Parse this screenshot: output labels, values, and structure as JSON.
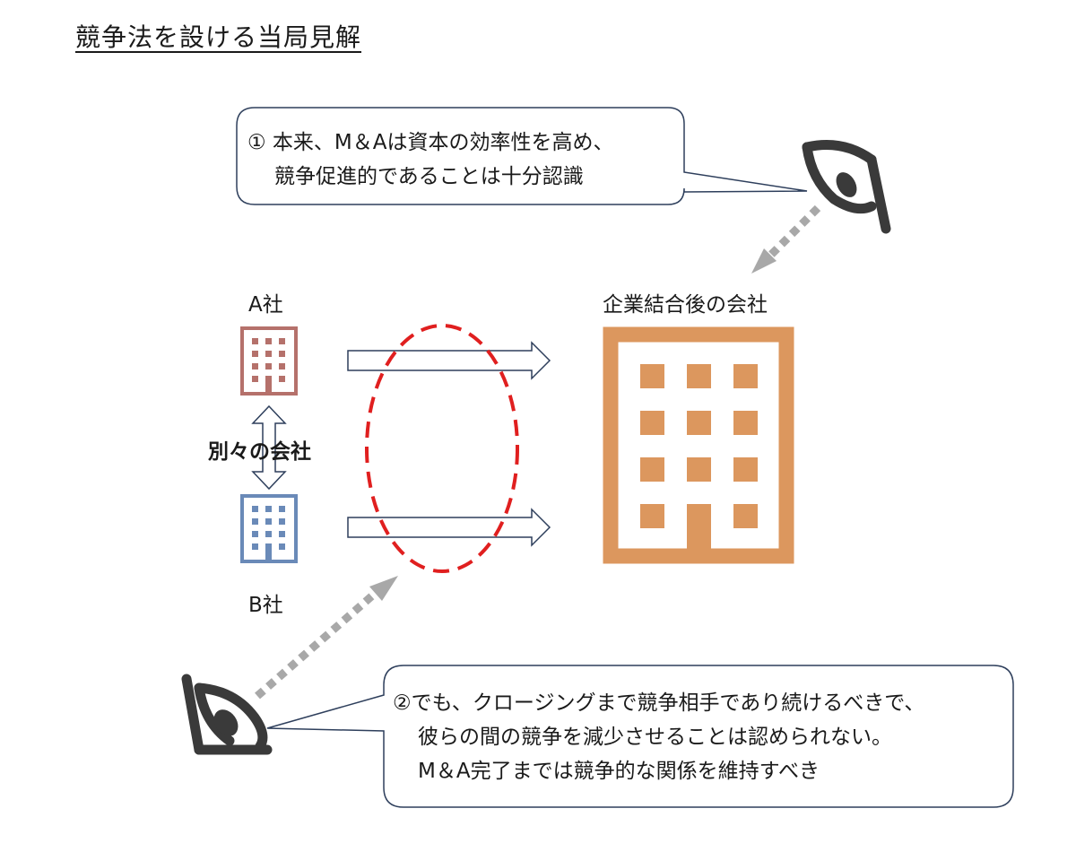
{
  "title": "競争法を設ける当局見解",
  "callout_top": {
    "line1": "① 本来、M＆Aは資本の効率性を高め、",
    "line2": "競争促進的であることは十分認識"
  },
  "callout_bottom": {
    "line1": "②でも、クロージングまで競争相手であり続けるべきで、",
    "line2": "彼らの間の競争を減少させることは認められない。",
    "line3": "M＆A完了までは競争的な関係を維持すべき"
  },
  "labels": {
    "company_a": "A社",
    "company_b": "B社",
    "merged_company": "企業結合後の会社",
    "separate_companies": "別々の会社"
  },
  "colors": {
    "company_a": "#b5716b",
    "company_b": "#6a8ab8",
    "merged_company": "#dc975e",
    "ellipse": "#e01f1f",
    "eye": "#3a3a3a",
    "dotted_arrow": "#a8a8a8",
    "outline": "#2e3f5c"
  },
  "icons": {
    "watcher_top": "eye-icon",
    "watcher_bottom": "eye-icon",
    "company_a": "building-icon",
    "company_b": "building-icon",
    "merged": "building-icon"
  }
}
